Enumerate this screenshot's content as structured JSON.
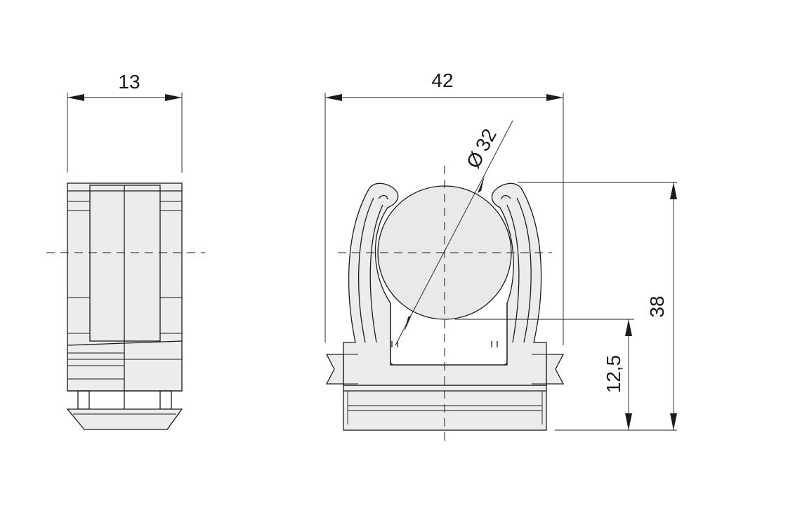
{
  "dimensions": {
    "side_width": "13",
    "front_width": "42",
    "diameter_symbol": "Ø",
    "diameter_value": "32",
    "total_height": "38",
    "axis_height": "12,5"
  }
}
